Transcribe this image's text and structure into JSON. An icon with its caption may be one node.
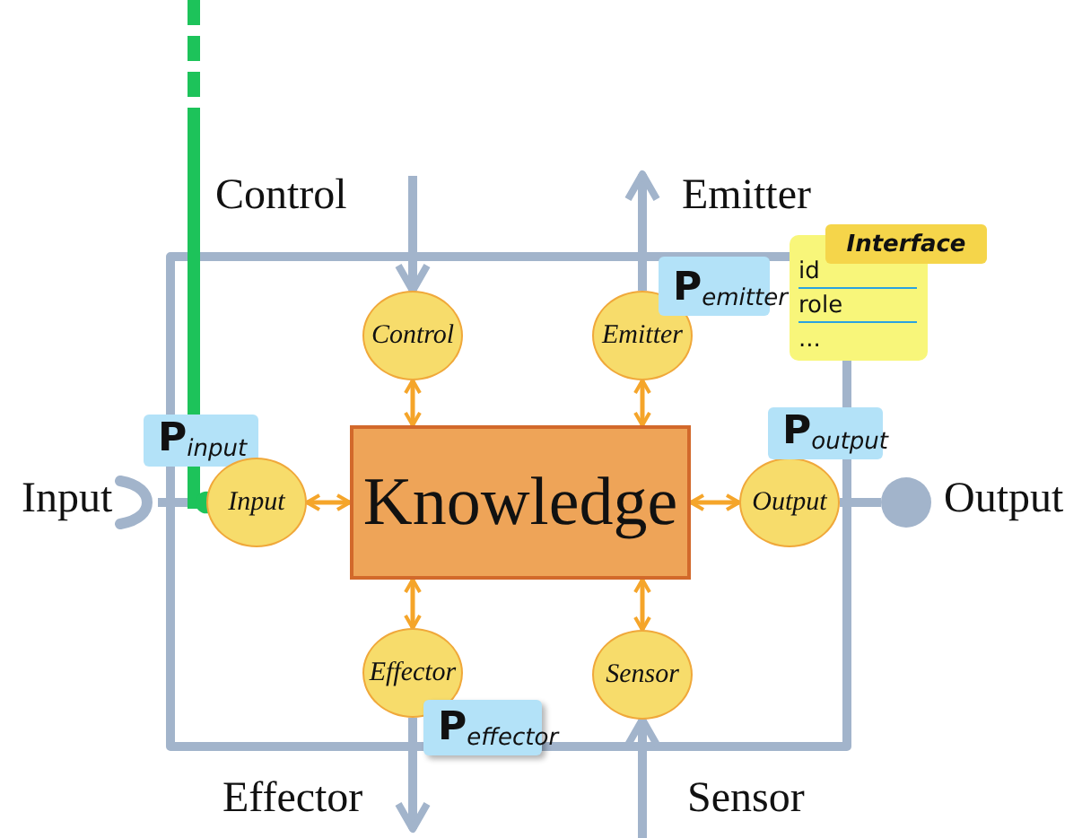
{
  "diagram": {
    "nodes": [
      {
        "text": [
          "Control"
        ]
      },
      {
        "text": [
          "Emitter"
        ]
      },
      {
        "text": [
          "**P**$_{emitter}$"
        ]
      },
      {
        "text": [
          "Interface",
          "id",
          "role",
          "..."
        ]
      },
      {
        "text": [
          "**P**$_{input}$"
        ]
      },
      {
        "text": [],
        "shape": "socket"
      },
      {
        "text": [
          "Input"
        ]
      },
      {
        "text": [
          "Knowledge"
        ]
      },
      {
        "text": [
          "Output"
        ]
      },
      {
        "text": [
          "**P**$_{output}$"
        ]
      },
      {
        "text": [],
        "shape": "circle"
      },
      {
        "text": [
          "Effector"
        ]
      },
      {
        "text": [
          "Sensor"
        ]
      },
      {
        "text": [
          "**P**$_{effector}$"
        ]
      }
    ],
    "edges": [
      {
        "from": null,
        "to": 0,
        "arrow": "to",
        "color": "#a2b4cb"
      },
      {
        "from": 1,
        "to": null,
        "arrow": "to",
        "color": "#a2b4cb"
      },
      {
        "from": 11,
        "to": null,
        "arrow": "to",
        "color": "#a2b4cb"
      },
      {
        "from": null,
        "to": 12,
        "arrow": "to",
        "color": "#a2b4cb"
      },
      {
        "from": 5,
        "to": 6,
        "arrow": "none",
        "color": "#a2b4cb"
      },
      {
        "from": 8,
        "to": 10,
        "arrow": "none",
        "color": "#a2b4cb"
      },
      {
        "from": null,
        "to": 6,
        "arrow": "other",
        "style": "dashed",
        "color": "#1dc35a"
      },
      {
        "from": 0,
        "to": 7,
        "arrow": "both",
        "color": "#f5a52a"
      },
      {
        "from": 1,
        "to": 7,
        "arrow": "both",
        "color": "#f5a52a"
      },
      {
        "from": 6,
        "to": 7,
        "arrow": "both",
        "color": "#f5a52a"
      },
      {
        "from": 7,
        "to": 8,
        "arrow": "both",
        "color": "#f5a52a"
      },
      {
        "from": 7,
        "to": 11,
        "arrow": "both",
        "color": "#f5a52a"
      },
      {
        "from": 7,
        "to": 12,
        "arrow": "both",
        "color": "#f5a52a"
      }
    ],
    "labels": [
      "Control",
      "Emitter",
      "Input",
      "Output",
      "Effector",
      "Sensor"
    ]
  }
}
